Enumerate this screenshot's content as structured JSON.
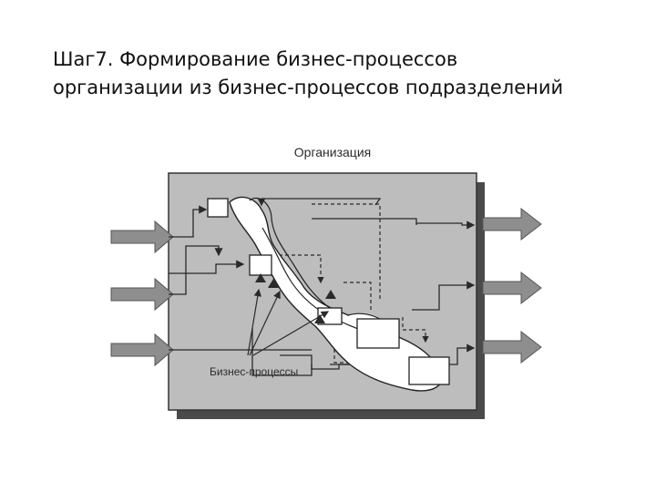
{
  "slide": {
    "title_line1": "Шаг7. Формирование бизнес-процессов",
    "title_line2": "организации из бизнес-процессов подразделений"
  },
  "diagram": {
    "organization_label": "Организация",
    "processes_label": "Бизнес-процессы"
  },
  "colors": {
    "frame_fill": "#bdbdbd",
    "frame_shadow": "#4a4a4a",
    "arrow_fill": "#8e8e8e",
    "flow_fill": "#ffffff",
    "line": "#2a2a2a"
  }
}
